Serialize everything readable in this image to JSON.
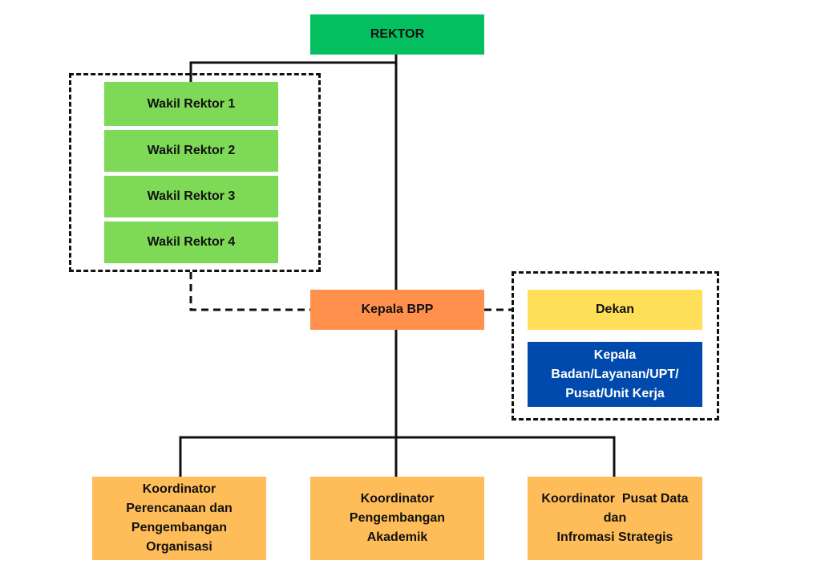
{
  "colors": {
    "rektor": "#03BF5F",
    "wakil_rektor": "#7ED957",
    "kepala_bpp": "#FF914D",
    "dekan": "#FFDE59",
    "kepala_badan": "#004AAD",
    "koordinator": "#FFBD59",
    "line": "#111111",
    "white_text": "#FFFFFF"
  },
  "rektor": {
    "label": "REKTOR"
  },
  "wakil_rektor": [
    {
      "label": "Wakil Rektor 1"
    },
    {
      "label": "Wakil Rektor 2"
    },
    {
      "label": "Wakil Rektor 3"
    },
    {
      "label": "Wakil Rektor 4"
    }
  ],
  "kepala_bpp": {
    "label": "Kepala BPP"
  },
  "dekan": {
    "label": "Dekan"
  },
  "kepala_badan": {
    "lines": [
      "Kepala",
      "Badan/Layanan/UPT/",
      "Pusat/Unit Kerja"
    ]
  },
  "koordinator": [
    {
      "lines": [
        "Koordinator",
        "Perencanaan dan",
        "Pengembangan",
        "Organisasi"
      ]
    },
    {
      "lines": [
        "Koordinator",
        "Pengembangan",
        "Akademik"
      ]
    },
    {
      "lines": [
        "Koordinator  Pusat Data",
        "dan",
        "Infromasi Strategis"
      ]
    }
  ]
}
